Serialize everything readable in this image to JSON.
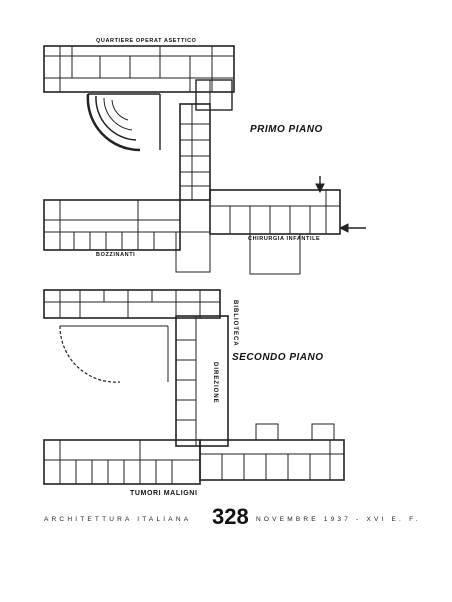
{
  "plan_labels": {
    "top_header": "QUARTIERE OPERAT ASETTICO",
    "floor1_title": "PRIMO PIANO",
    "floor2_title": "SECONDO PIANO",
    "chirurgia": "CHIRURGIA  INFANTILE",
    "bozzinanti": "BOZZINANTI",
    "biblioteca": "BIBLIOTECA",
    "direzione": "DIREZIONE",
    "tumori": "TUMORI     MALIGNI"
  },
  "footer": {
    "left": "ARCHITETTURA ITALIANA",
    "page_number": "328",
    "right": "NOVEMBRE 1937 - XVI E. F."
  }
}
